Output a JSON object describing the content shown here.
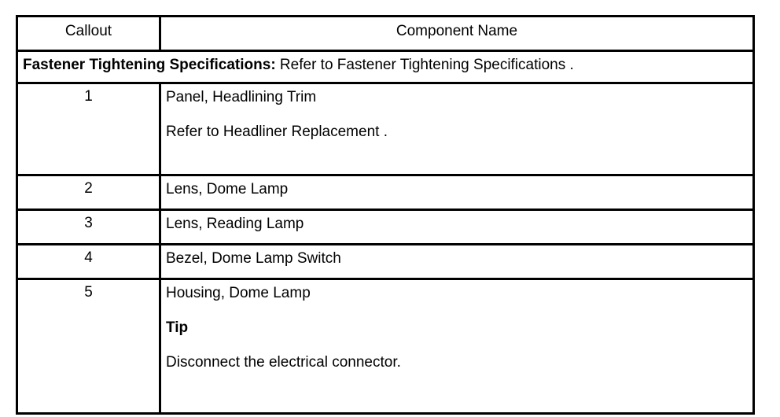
{
  "table": {
    "columns": [
      {
        "key": "callout",
        "label": "Callout"
      },
      {
        "key": "component_name",
        "label": "Component Name"
      }
    ],
    "spec_row": {
      "label": "Fastener Tightening Specifications:",
      "text": " Refer to Fastener Tightening Specifications ."
    },
    "rows": [
      {
        "callout": "1",
        "lines": [
          {
            "text": "Panel, Headlining Trim",
            "bold": false
          },
          {
            "text": "",
            "bold": false
          },
          {
            "text": "Refer to Headliner Replacement .",
            "bold": false
          }
        ]
      },
      {
        "callout": "2",
        "lines": [
          {
            "text": "Lens, Dome Lamp",
            "bold": false
          }
        ]
      },
      {
        "callout": "3",
        "lines": [
          {
            "text": "Lens, Reading Lamp",
            "bold": false
          }
        ]
      },
      {
        "callout": "4",
        "lines": [
          {
            "text": "Bezel, Dome Lamp Switch",
            "bold": false
          }
        ]
      },
      {
        "callout": "5",
        "lines": [
          {
            "text": "Housing, Dome Lamp",
            "bold": false
          },
          {
            "text": "",
            "bold": false
          },
          {
            "text": "Tip",
            "bold": true
          },
          {
            "text": "",
            "bold": false
          },
          {
            "text": "Disconnect the electrical connector.",
            "bold": false
          }
        ]
      }
    ]
  },
  "colors": {
    "border": "#000000",
    "background": "#ffffff",
    "text": "#000000"
  }
}
